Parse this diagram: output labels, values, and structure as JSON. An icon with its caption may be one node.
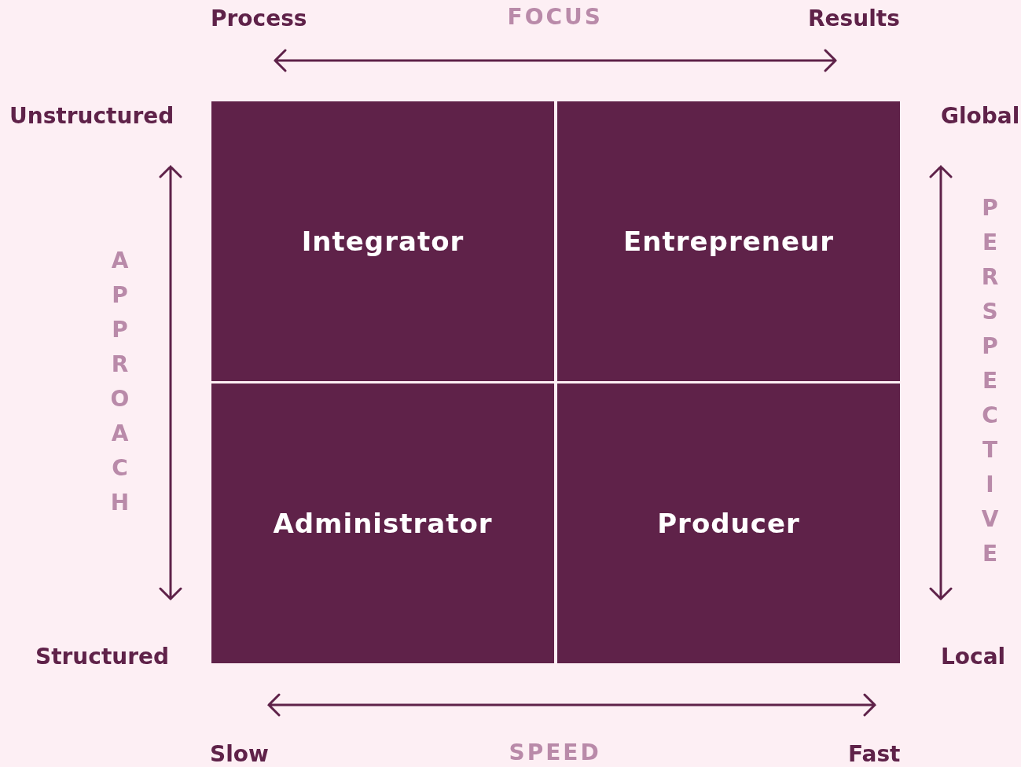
{
  "diagram": {
    "nodes": [
      {
        "text": [
          "Integrator"
        ]
      },
      {
        "text": [
          "Entrepreneur"
        ]
      },
      {
        "text": [
          "Administrator"
        ]
      },
      {
        "text": [
          "Producer"
        ]
      }
    ],
    "labels": [
      "Process",
      "FOCUS",
      "Results",
      "Unstructured",
      "Global",
      "APPROACH",
      "PERSPECTIVE",
      "Structured",
      "Local",
      "Slow",
      "SPEED",
      "Fast"
    ]
  }
}
